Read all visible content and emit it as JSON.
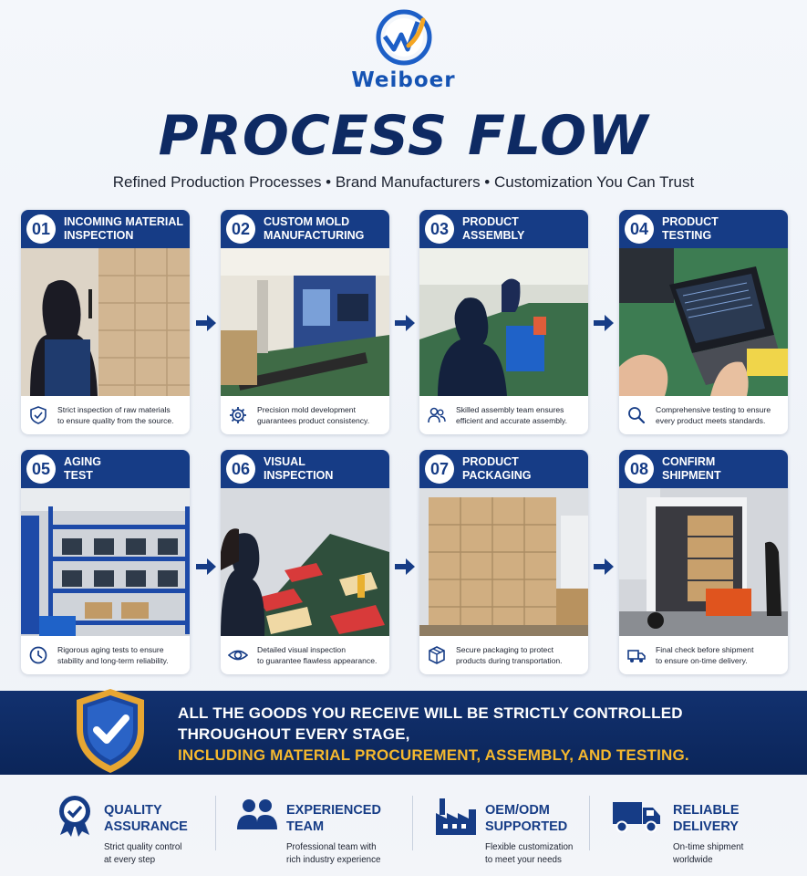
{
  "brand": {
    "name": "Weiboer"
  },
  "header": {
    "title": "PROCESS FLOW",
    "subtitle": "Refined Production Processes  •  Brand Manufacturers  •  Customization You Can Trust"
  },
  "steps": [
    {
      "num": "01",
      "title": "INCOMING MATERIAL\nINSPECTION",
      "desc": "Strict inspection of raw materials\nto ensure quality from the source.",
      "icon": "shield-check-icon"
    },
    {
      "num": "02",
      "title": "CUSTOM MOLD\nMANUFACTURING",
      "desc": "Precision mold development\nguarantees product consistency.",
      "icon": "gear-icon"
    },
    {
      "num": "03",
      "title": "PRODUCT\nASSEMBLY",
      "desc": "Skilled assembly team ensures\nefficient and accurate assembly.",
      "icon": "team-icon"
    },
    {
      "num": "04",
      "title": "PRODUCT\nTESTING",
      "desc": "Comprehensive testing to ensure\nevery product meets standards.",
      "icon": "magnifier-icon"
    },
    {
      "num": "05",
      "title": "AGING\nTEST",
      "desc": "Rigorous aging tests to ensure\nstability and long-term reliability.",
      "icon": "clock-icon"
    },
    {
      "num": "06",
      "title": "VISUAL\nINSPECTION",
      "desc": "Detailed visual inspection\nto guarantee flawless appearance.",
      "icon": "eye-icon"
    },
    {
      "num": "07",
      "title": "PRODUCT\nPACKAGING",
      "desc": "Secure packaging to protect\nproducts during transportation.",
      "icon": "box-icon"
    },
    {
      "num": "08",
      "title": "CONFIRM\nSHIPMENT",
      "desc": "Final check before shipment\nto ensure on-time delivery.",
      "icon": "truck-icon"
    }
  ],
  "banner": {
    "line1": "ALL THE GOODS YOU RECEIVE WILL BE STRICTLY CONTROLLED",
    "line2": "THROUGHOUT EVERY STAGE,",
    "line3": "INCLUDING MATERIAL PROCUREMENT, ASSEMBLY, AND TESTING."
  },
  "features": [
    {
      "title": "QUALITY\nASSURANCE",
      "desc": "Strict quality control\nat every step",
      "icon": "quality-badge-icon"
    },
    {
      "title": "EXPERIENCED\nTEAM",
      "desc": "Professional team with\nrich industry experience",
      "icon": "people-icon"
    },
    {
      "title": "OEM/ODM\nSUPPORTED",
      "desc": "Flexible customization\nto meet your needs",
      "icon": "factory-icon"
    },
    {
      "title": "RELIABLE\nDELIVERY",
      "desc": "On-time shipment\nworldwide",
      "icon": "truck-icon"
    }
  ],
  "colors": {
    "navy": "#163c86",
    "accent_yellow": "#f5b82e",
    "brand_blue": "#1553b3"
  }
}
